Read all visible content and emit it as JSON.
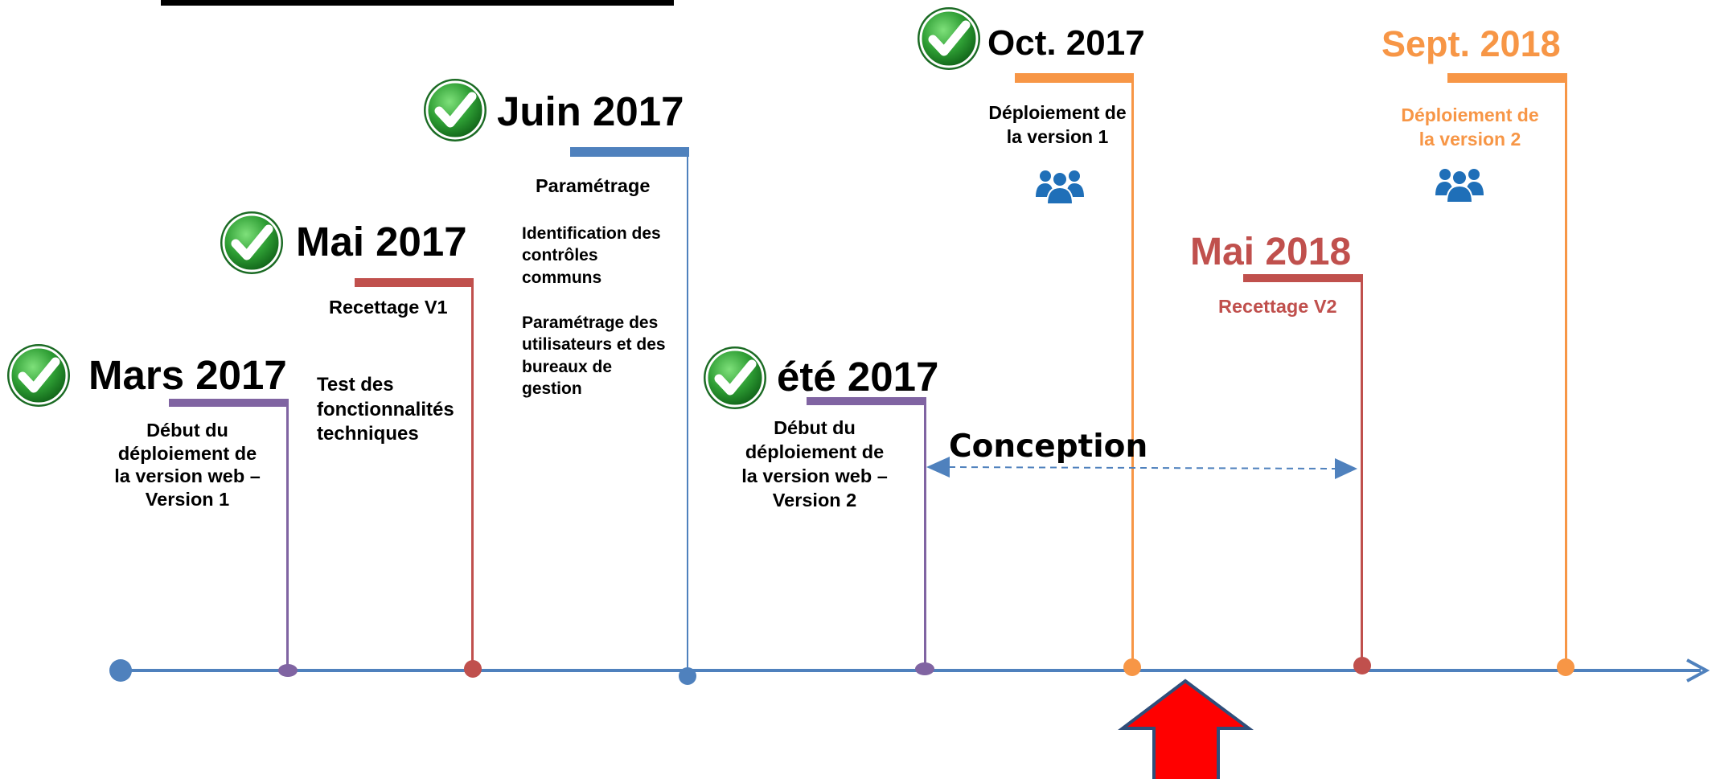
{
  "colors": {
    "axis": "#4F81BD",
    "purple": "#8064A2",
    "red": "#C0504D",
    "blue": "#4F81BD",
    "orange": "#F79646",
    "people_icon": "#1F6FB8",
    "check_green": "#2E9E34",
    "arrow_red": "#FF0000",
    "arrow_outline": "#2F4E7A"
  },
  "milestones": [
    {
      "id": "mars2017",
      "date": "Mars 2017",
      "done": true,
      "lines": [
        "Début du",
        "déploiement de",
        "la version web –",
        "Version 1"
      ]
    },
    {
      "id": "mai2017",
      "date": "Mai 2017",
      "done": true,
      "title": "Recettage V1",
      "lines": [
        "Test des",
        "fonctionnalités",
        "techniques"
      ]
    },
    {
      "id": "juin2017",
      "date": "Juin 2017",
      "done": true,
      "title": "Paramétrage",
      "lines_a": [
        "Identification des",
        "contrôles",
        "communs"
      ],
      "lines_b": [
        "Paramétrage des",
        "utilisateurs et des",
        "bureaux de",
        "gestion"
      ]
    },
    {
      "id": "ete2017",
      "date": "été 2017",
      "done": true,
      "lines": [
        "Début du",
        "déploiement de",
        "la version web –",
        "Version 2"
      ]
    },
    {
      "id": "oct2017",
      "date": "Oct. 2017",
      "done": true,
      "lines": [
        "Déploiement de",
        "la version 1"
      ],
      "icon": "people-group-icon"
    },
    {
      "id": "mai2018",
      "date": "Mai 2018",
      "done": false,
      "title": "Recettage V2"
    },
    {
      "id": "sept2018",
      "date": "Sept. 2018",
      "done": false,
      "lines": [
        "Déploiement de",
        "la version 2"
      ],
      "icon": "people-group-icon"
    }
  ],
  "span_label": "Conception",
  "current_marker": "red-up-arrow"
}
